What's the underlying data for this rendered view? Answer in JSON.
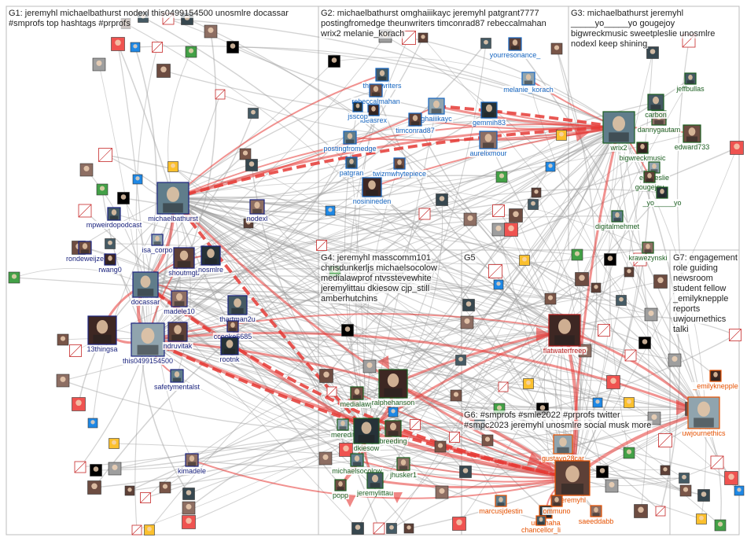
{
  "graph": {
    "groups": [
      {
        "id": "G1",
        "lines": [
          "G1: jeremyhl michaelbathurst nodexl this0499154500 unosmlre docassar",
          "#smprofs top hashtags #prprofs"
        ]
      },
      {
        "id": "G2",
        "lines": [
          "G2: michaelbathurst omghaiiikayc jeremyhl patgrant7777",
          "postingfromedge theunwriters timconrad87 rebeccalmahan",
          "wrix2 melanie_korach"
        ]
      },
      {
        "id": "G3",
        "lines": [
          "G3: michaelbathurst jeremyhl",
          "_____yo_____yo gougejoy",
          "bigwreckmusic sweetpleslie unosmlre",
          "nodexl keep shining"
        ]
      },
      {
        "id": "G4",
        "lines": [
          "G4: jeremyhl masscomm101",
          "chrisdunkerljs michaelsocolow",
          "medialawprof ntvsstevewhite",
          "jeremylittau dkiesow cjp_still",
          "amberhutchins"
        ]
      },
      {
        "id": "G5",
        "lines": [
          "G5"
        ]
      },
      {
        "id": "G6",
        "lines": [
          "G6: #smprofs #smle2022 #prprofs twitter",
          "#smpc2023 jeremyhl unosmlre social musk more"
        ]
      },
      {
        "id": "G7",
        "lines": [
          "G7: engagement",
          "role guiding",
          "newsroom",
          "student fellow",
          "_emilyknepple",
          "reports",
          "uwjournethics",
          "talki"
        ]
      }
    ],
    "nodes": [
      {
        "id": "michaelbathurst",
        "label": "michaelbathurst",
        "color": "#1a237e"
      },
      {
        "id": "nodexl",
        "label": "nodexl",
        "color": "#1a237e"
      },
      {
        "id": "mpweirdopodcast",
        "label": "mpweirdopodcast",
        "color": "#1a237e"
      },
      {
        "id": "rondeweijze",
        "label": "rondeweijze",
        "color": "#1a237e"
      },
      {
        "id": "rwang0",
        "label": "rwang0",
        "color": "#1a237e"
      },
      {
        "id": "isa_corpo",
        "label": "isa_corpo",
        "color": "#1a237e"
      },
      {
        "id": "shoutmgb",
        "label": "shoutmgb",
        "color": "#1a237e"
      },
      {
        "id": "unosmlre",
        "label": "nosmlre",
        "color": "#1a237e"
      },
      {
        "id": "docassar",
        "label": "docassar",
        "color": "#1a237e"
      },
      {
        "id": "madele10",
        "label": "madele10",
        "color": "#1a237e"
      },
      {
        "id": "thartman2u",
        "label": "thartman2u",
        "color": "#1a237e"
      },
      {
        "id": "ccooke6685",
        "label": "ccooke6685",
        "color": "#1a237e"
      },
      {
        "id": "13thingsa",
        "label": "13thingsa",
        "color": "#1a237e"
      },
      {
        "id": "this0499154500",
        "label": "this0499154500",
        "color": "#1a237e"
      },
      {
        "id": "andruvitak",
        "label": "ndruvitak",
        "color": "#1a237e"
      },
      {
        "id": "rootnk",
        "label": "rootnk",
        "color": "#1a237e"
      },
      {
        "id": "safetymentalst",
        "label": "safetymentalst",
        "color": "#1a237e"
      },
      {
        "id": "kimadele",
        "label": "kimadele",
        "color": "#1a237e"
      },
      {
        "id": "theunwriters",
        "label": "theunwriters",
        "color": "#1565c0"
      },
      {
        "id": "rebeccalmahan",
        "label": "rebeccalmahan",
        "color": "#1565c0"
      },
      {
        "id": "ideasrex",
        "label": "ideasrex",
        "color": "#1565c0"
      },
      {
        "id": "omghaiiikayc",
        "label": "ghaiiikayc",
        "color": "#1565c0"
      },
      {
        "id": "timconrad87",
        "label": "timconrad87",
        "color": "#1565c0"
      },
      {
        "id": "gemmih83",
        "label": "gemmih83",
        "color": "#1565c0"
      },
      {
        "id": "postingfromedge",
        "label": "postingfromedge",
        "color": "#1565c0"
      },
      {
        "id": "aurelixmour",
        "label": "aurelixmour",
        "color": "#1565c0"
      },
      {
        "id": "patgrant",
        "label": "patgran",
        "color": "#1565c0"
      },
      {
        "id": "twizmwhytepiece",
        "label": "twizmwhytepiece",
        "color": "#1565c0"
      },
      {
        "id": "nosinineden",
        "label": "nosinineden",
        "color": "#1565c0"
      },
      {
        "id": "melanie_korach",
        "label": "melanie_korach",
        "color": "#1565c0"
      },
      {
        "id": "yourresonance",
        "label": "yourresonance_",
        "color": "#1565c0"
      },
      {
        "id": "jsscop",
        "label": "jsscop",
        "color": "#1565c0"
      },
      {
        "id": "wrix2",
        "label": "wrix2",
        "color": "#1b5e20"
      },
      {
        "id": "dannygautam",
        "label": "dannygautam",
        "color": "#1b5e20"
      },
      {
        "id": "jeffbullas",
        "label": "jeffbullas",
        "color": "#1b5e20"
      },
      {
        "id": "edward733",
        "label": "edward733",
        "color": "#1b5e20"
      },
      {
        "id": "bigwreckmusic",
        "label": "bigwreckmusic",
        "color": "#1b5e20"
      },
      {
        "id": "sweetpleslie",
        "label": "eetpleslie",
        "color": "#1b5e20"
      },
      {
        "id": "gougejoy",
        "label": "gougejoy",
        "color": "#1b5e20"
      },
      {
        "id": "yo_yo",
        "label": "_yo_____yo",
        "color": "#1b5e20"
      },
      {
        "id": "digitalmehmet",
        "label": "digitalmehmet",
        "color": "#1b5e20"
      },
      {
        "id": "krawezynski",
        "label": "krawezynski",
        "color": "#1b5e20"
      },
      {
        "id": "carbon",
        "label": "carbon",
        "color": "#1b5e20"
      },
      {
        "id": "medialawprof",
        "label": "medialawp",
        "color": "#1b5e20"
      },
      {
        "id": "ralphehanson",
        "label": "ralphehanson",
        "color": "#1b5e20"
      },
      {
        "id": "meredith",
        "label": "meredit",
        "color": "#1b5e20"
      },
      {
        "id": "breeding",
        "label": "breeding",
        "color": "#1b5e20"
      },
      {
        "id": "dkiesow",
        "label": "dkiesow",
        "color": "#1b5e20"
      },
      {
        "id": "michaelsocolow",
        "label": "michaelsocolow",
        "color": "#1b5e20"
      },
      {
        "id": "jhusker1",
        "label": "jhusker1",
        "color": "#1b5e20"
      },
      {
        "id": "jeremylittau",
        "label": "jeremylittau",
        "color": "#1b5e20"
      },
      {
        "id": "popp",
        "label": "popp",
        "color": "#1b5e20"
      },
      {
        "id": "flatwaterfreep",
        "label": "flatwaterfreep",
        "color": "#b71c1c"
      },
      {
        "id": "gustavo",
        "label": "gustavo28car",
        "color": "#e65100"
      },
      {
        "id": "jeremyhl",
        "label": "jeremyhl",
        "color": "#e65100"
      },
      {
        "id": "unomaha",
        "label": "unomaha",
        "color": "#e65100"
      },
      {
        "id": "marcusjdestin",
        "label": "marcusjdestin",
        "color": "#e65100"
      },
      {
        "id": "saeeddabb",
        "label": "saeeddabb",
        "color": "#e65100"
      },
      {
        "id": "chancellor_li",
        "label": "chancellor_li",
        "color": "#e65100"
      },
      {
        "id": "unocommuno",
        "label": "ommuno",
        "color": "#e65100"
      },
      {
        "id": "emilyknepple",
        "label": "_emilyknepple",
        "color": "#e65100"
      },
      {
        "id": "uwjournethics",
        "label": "uwjournethics",
        "color": "#e65100"
      }
    ]
  }
}
